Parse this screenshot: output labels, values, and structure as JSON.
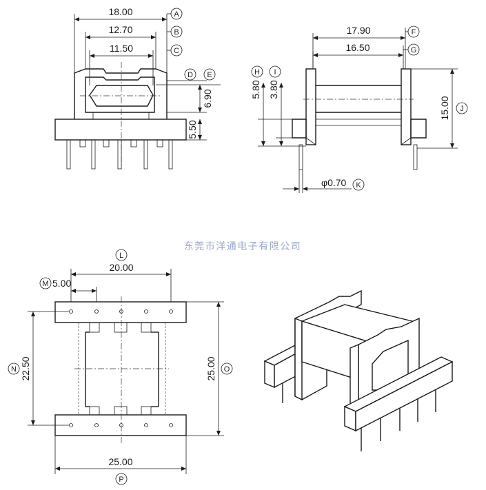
{
  "company": "东莞市洋通电子有限公司",
  "views": {
    "front": {
      "dims": {
        "A": "18.00",
        "B": "12.70",
        "C": "11.50",
        "DE": "6.90",
        "base": "5.50"
      },
      "labels": {
        "A": "A",
        "B": "B",
        "C": "C",
        "D": "D",
        "E": "E"
      }
    },
    "side": {
      "dims": {
        "F": "17.90",
        "G": "16.50",
        "H": "5.80",
        "I": "3.80",
        "J": "15.00",
        "K": "φ0.70"
      },
      "labels": {
        "F": "F",
        "G": "G",
        "H": "H",
        "I": "I",
        "J": "J",
        "K": "K"
      }
    },
    "top": {
      "dims": {
        "L": "20.00",
        "M": "5.00",
        "N": "22.50",
        "O": "25.00",
        "P": "25.00"
      },
      "labels": {
        "L": "L",
        "M": "M",
        "N": "N",
        "O": "O",
        "P": "P"
      }
    }
  }
}
